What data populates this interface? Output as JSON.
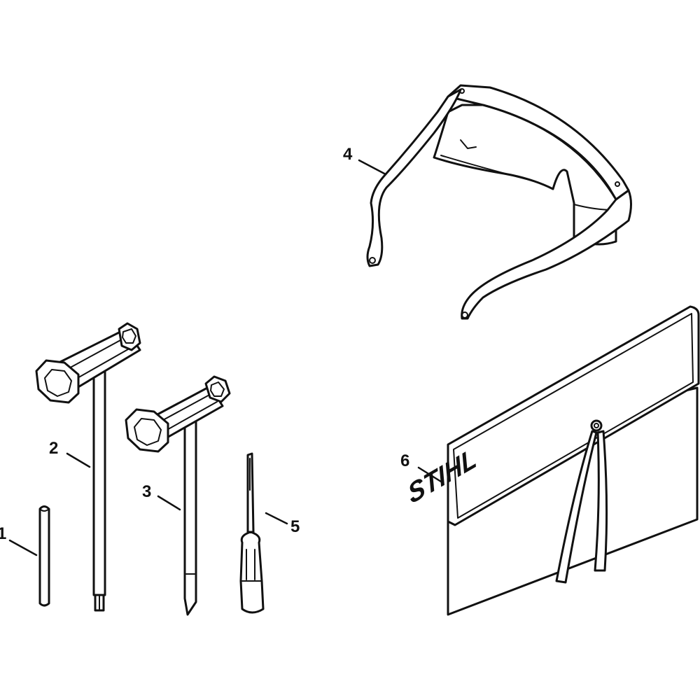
{
  "parts": [
    {
      "number": "1"
    },
    {
      "number": "2"
    },
    {
      "number": "3"
    },
    {
      "number": "4"
    },
    {
      "number": "5"
    },
    {
      "number": "6"
    }
  ],
  "pouch": {
    "brand": "STIHL"
  }
}
